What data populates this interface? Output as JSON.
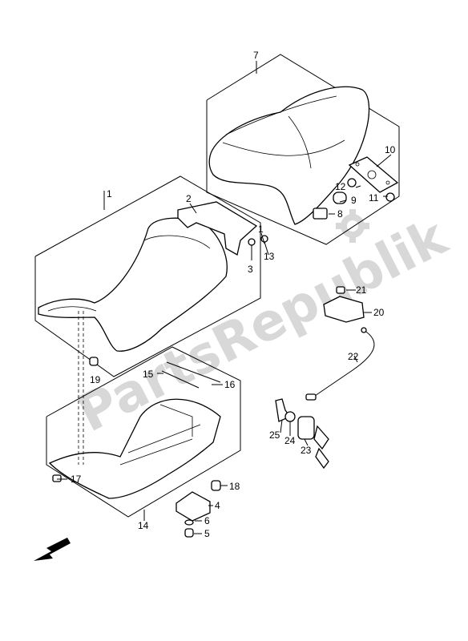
{
  "watermark": {
    "text": "PartsRepublik",
    "color": "#d8d8d8"
  },
  "labels": {
    "p1": "1",
    "p2": "2",
    "p3": "3",
    "p4": "4",
    "p5": "5",
    "p6": "6",
    "p7": "7",
    "p8": "8",
    "p9": "9",
    "p10": "10",
    "p11": "11",
    "p12": "12",
    "p13": "13",
    "p14": "14",
    "p15": "15",
    "p16": "16",
    "p17": "17",
    "p18": "18",
    "p19": "19",
    "p20": "20",
    "p21": "21",
    "p22": "22",
    "p23": "23",
    "p24": "24",
    "p25": "25"
  },
  "icons": {
    "direction": "front-arrow-icon",
    "logo": "gear-logo-icon"
  }
}
